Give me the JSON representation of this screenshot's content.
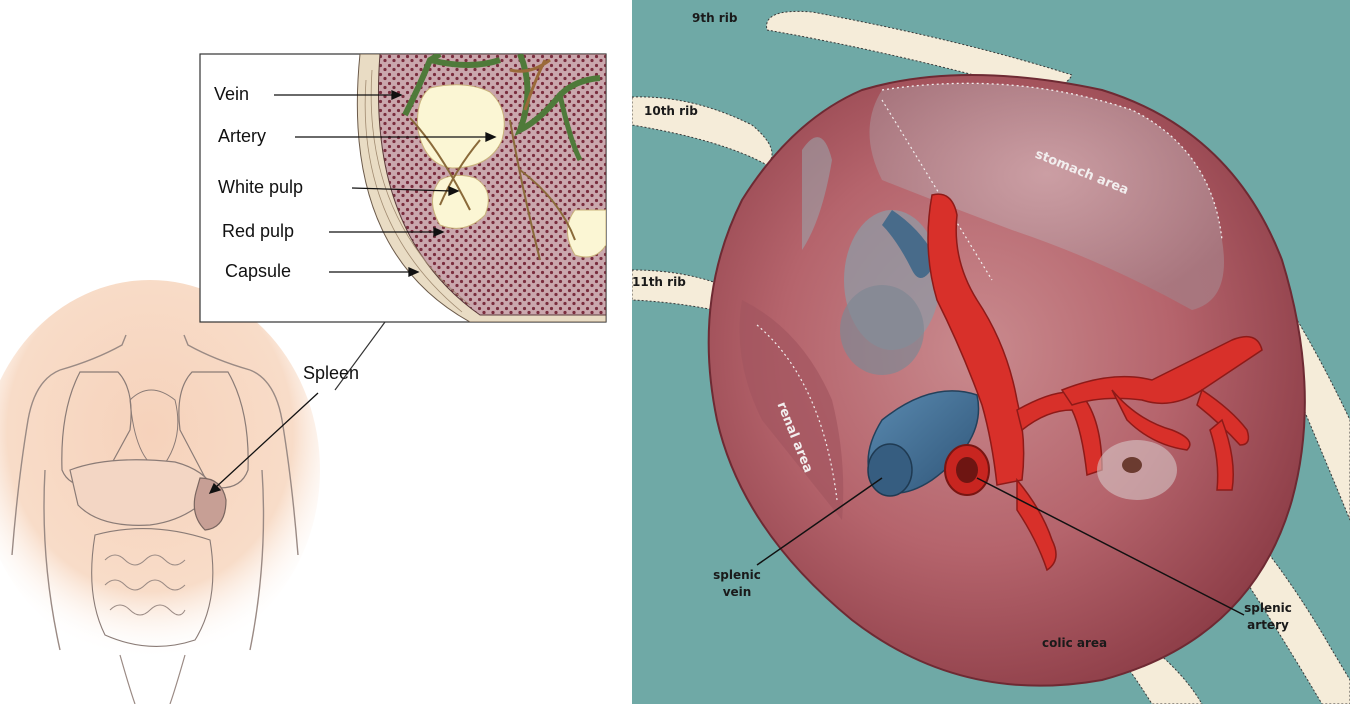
{
  "left_diagram": {
    "inset_labels": {
      "vein": "Vein",
      "artery": "Artery",
      "white_pulp": "White pulp",
      "red_pulp": "Red pulp",
      "capsule": "Capsule"
    },
    "organ_label": "Spleen"
  },
  "right_photo": {
    "rib_labels": {
      "rib9": "9th rib",
      "rib10": "10th rib",
      "rib11": "11th rib"
    },
    "area_labels": {
      "stomach": "stomach area",
      "renal": "renal area",
      "colic": "colic area"
    },
    "vessel_labels": {
      "vein_line1": "splenic",
      "vein_line2": "vein",
      "artery_line1": "splenic",
      "artery_line2": "artery"
    }
  },
  "colors": {
    "background": "#6fa9a6",
    "rib": "#f5ecd9",
    "spleen_surface": "#b8626a",
    "artery": "#d8302a",
    "vein": "#3e6e94",
    "red_pulp": "#8a3f4c",
    "white_pulp": "#fbf6d4",
    "vessel_green": "#4f7a3a",
    "skin": "#f8dcc8"
  }
}
